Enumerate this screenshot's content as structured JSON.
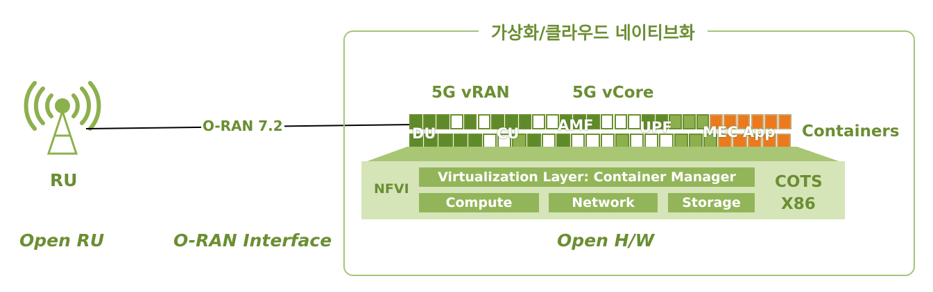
{
  "ru": {
    "label": "RU",
    "caption": "Open RU"
  },
  "interface": {
    "label": "O-RAN 7.2",
    "caption": "O-RAN Interface"
  },
  "cloud": {
    "title": "가상화/클라우드 네이티브화",
    "caption": "Open H/W",
    "group_vran": "5G vRAN",
    "group_vcore": "5G vCore",
    "containers_label": "Containers",
    "functions": {
      "du": "DU",
      "cu": "CU",
      "amf": "AMF",
      "upf": "UPF",
      "mec": "MEC App"
    },
    "nfvi": {
      "label": "NFVI",
      "virtualization": "Virtualization Layer: Container Manager",
      "compute": "Compute",
      "network": "Network",
      "storage": "Storage",
      "cots_line1": "COTS",
      "cots_line2": "X86"
    }
  },
  "colors": {
    "accent_green": "#6b8e32",
    "dark_green": "#5f8a2a",
    "light_green": "#d5e5b8",
    "bar_green": "#93b55a",
    "orange": "#ec7a1c"
  }
}
